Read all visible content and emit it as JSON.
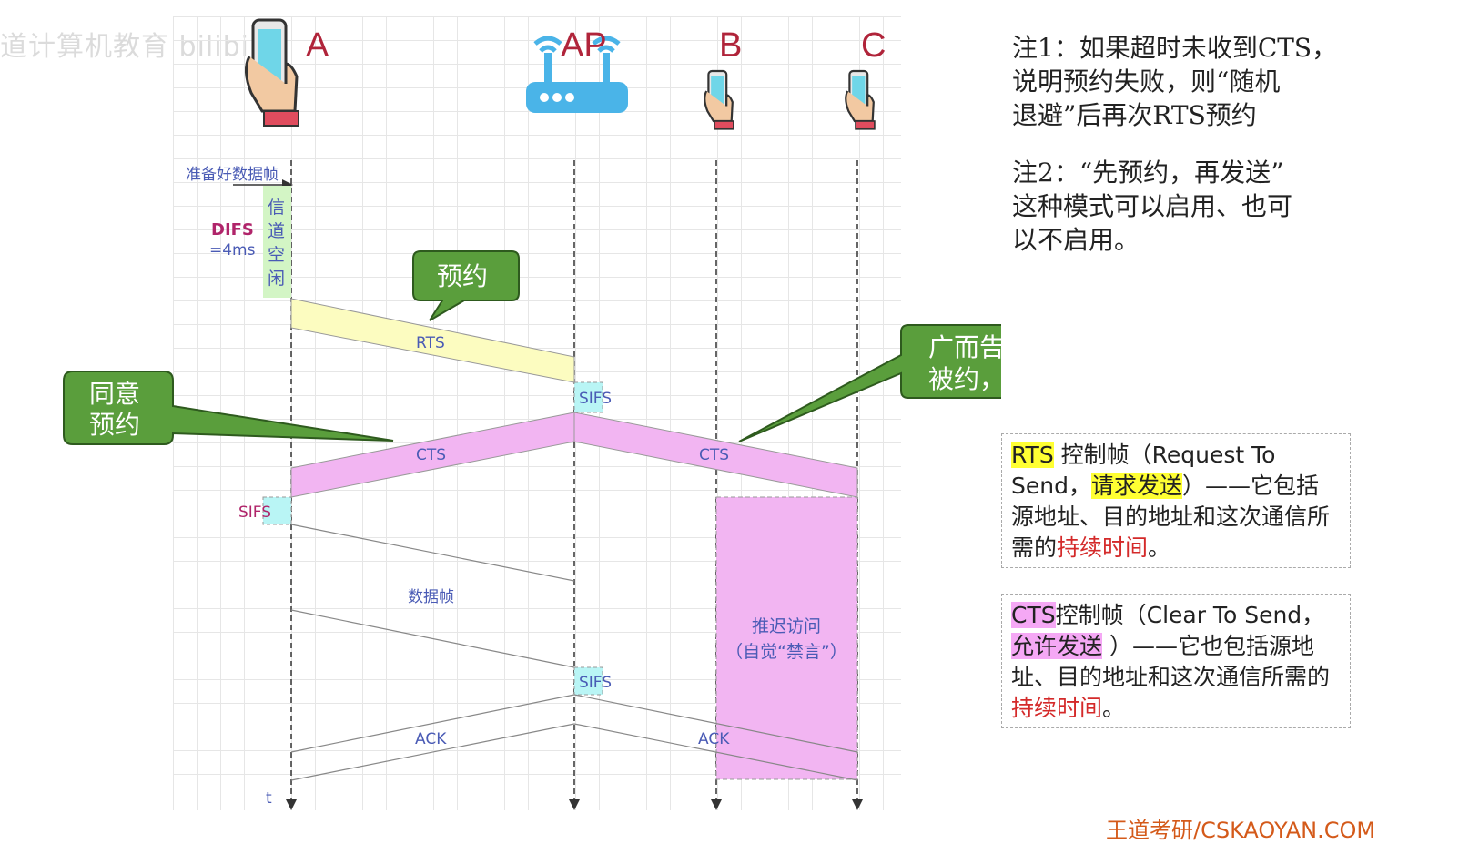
{
  "watermark": "道计算机教育 bilibili",
  "nodes": [
    {
      "id": "A",
      "label": "A",
      "icon": "phone-in-hand-icon"
    },
    {
      "id": "AP",
      "label": "AP",
      "icon": "wifi-router-icon"
    },
    {
      "id": "B",
      "label": "B",
      "icon": "phone-in-hand-icon"
    },
    {
      "id": "C",
      "label": "C",
      "icon": "phone-in-hand-icon"
    }
  ],
  "labels": {
    "prepare": "准备好数据帧",
    "difs": "DIFS",
    "difs_value": "=4ms",
    "channel_idle": "信道空闲",
    "rts": "RTS",
    "cts_left": "CTS",
    "cts_right": "CTS",
    "sifs_ap_1": "SIFS",
    "sifs_a": "SIFS",
    "sifs_ap_2": "SIFS",
    "data_frame": "数据帧",
    "ack_left": "ACK",
    "ack_right": "ACK",
    "defer_line1": "推迟访问",
    "defer_line2": "（自觉“禁言”）",
    "time_axis": "t"
  },
  "callouts": {
    "reserve": "预约",
    "agree_line1": "同意",
    "agree_line2": "预约",
    "broadcast_line1": "广而告之（已",
    "broadcast_line2": "被约，勿扰）"
  },
  "notes": {
    "note1": "注1：如果超时未收到CTS，\n说明预约失败，则“随机\n退避”后再次RTS预约",
    "note2": "注2：“先预约，再发送”\n这种模式可以启用、也可\n以不启用。"
  },
  "rts_box": {
    "term": "RTS",
    "t1": " 控制帧（Request To Send，",
    "hl": "请求发送",
    "t2": "）——它包括源地址、目的地址和这次通信所需的",
    "red": "持续时间",
    "t3": "。"
  },
  "cts_box": {
    "term": "CTS",
    "t1": "控制帧（Clear To Send，",
    "hl": "允许发送",
    "t2": " ）——它也包括源地址、目的地址和这次通信所需的",
    "red": "持续时间",
    "t3": "。"
  },
  "footer": "王道考研/CSKAOYAN.COM",
  "colors": {
    "rts": "#fcfcc0",
    "cts": "#f2b5f2",
    "sifs": "#b9f5f5",
    "idle": "#d3f5c5",
    "callout": "#5a9e3c",
    "node_label": "#b0243a"
  }
}
